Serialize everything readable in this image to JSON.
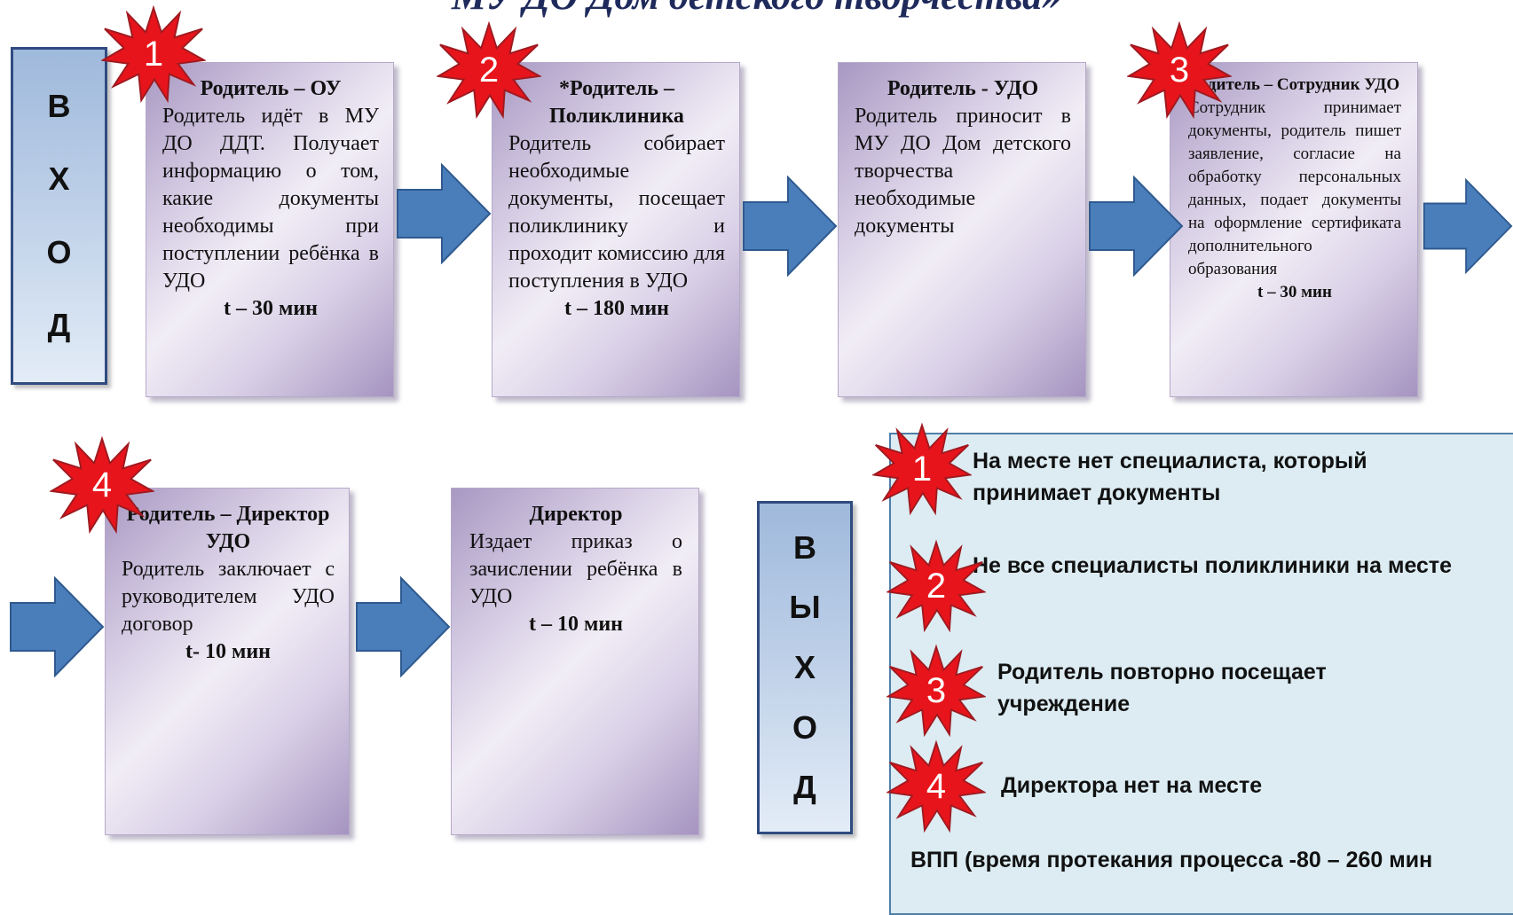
{
  "title": "МУ ДО Дом детского творчества»",
  "entry": {
    "letters": [
      "В",
      "Х",
      "О",
      "Д"
    ]
  },
  "exit": {
    "letters": [
      "В",
      "Ы",
      "Х",
      "О",
      "Д"
    ]
  },
  "steps": [
    {
      "head": "Родитель – ОУ",
      "body": "Родитель идёт в МУ ДО ДДТ. Получает информацию о том, какие документы необходимы при поступлении ребёнка в УДО",
      "time": "t – 30 мин"
    },
    {
      "head": "*Родитель – Поликлиника",
      "body": "Родитель собирает необходимые документы, посещает поликлинику и проходит комиссию для поступления в УДО",
      "time": "t – 180 мин"
    },
    {
      "head": "Родитель - УДО",
      "body": "Родитель приносит в МУ ДО Дом детского творчества необходимые документы",
      "time": ""
    },
    {
      "head": "Родитель – Сотрудник УДО",
      "body": "Сотрудник принимает документы, родитель пишет заявление, согласие на обработку персональных данных, подает документы на оформление сертификата дополнительного образования",
      "time": "t – 30 мин"
    },
    {
      "head": "Родитель – Директор УДО",
      "body": "Родитель заключает с руководителем УДО договор",
      "time": "t- 10 мин"
    },
    {
      "head": "Директор",
      "body": "Издает приказ о зачислении ребёнка в УДО",
      "time": "t – 10 мин"
    }
  ],
  "markers": [
    "1",
    "2",
    "3",
    "4"
  ],
  "problems": [
    {
      "num": "1",
      "text": "На месте нет специалиста, который принимает документы"
    },
    {
      "num": "2",
      "text": "Не все специалисты поликлиники на месте"
    },
    {
      "num": "3",
      "text": "Родитель повторно посещает учреждение"
    },
    {
      "num": "4",
      "text": "Директора нет на месте"
    }
  ],
  "total": "ВПП (время протекания процесса -80 – 260 мин",
  "colors": {
    "arrow": "#4a7ebb",
    "burst": "#e8141b",
    "box_border": "#2f4b80"
  }
}
